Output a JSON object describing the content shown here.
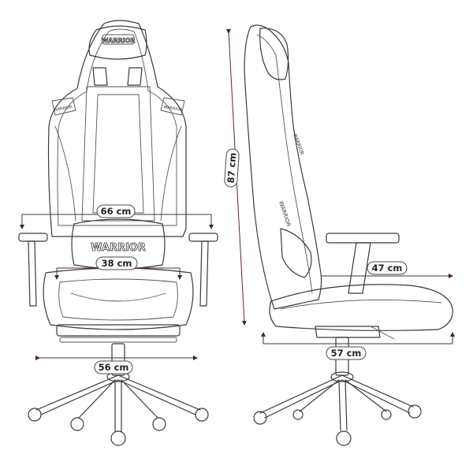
{
  "brand": {
    "logo_text": "WARRIOR",
    "headrest_text": "WARRIOR",
    "side_text": "WARRIOR"
  },
  "dimensions": {
    "shoulder_width": "66 cm",
    "lumbar_width": "38 cm",
    "base_width": "56 cm",
    "height": "87 cm",
    "armrest_depth": "47 cm",
    "seat_depth": "57 cm"
  }
}
